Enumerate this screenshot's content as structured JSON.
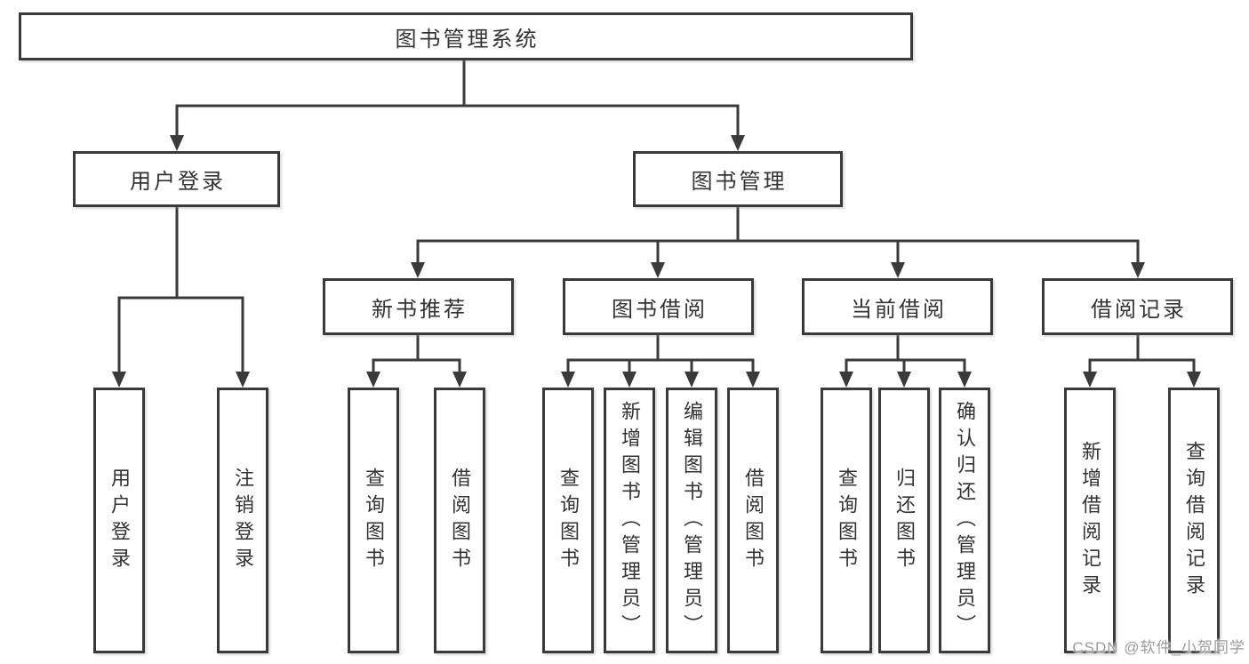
{
  "diagram": {
    "root": {
      "label": "图书管理系统",
      "children": [
        {
          "label": "用户登录",
          "children": [
            {
              "label": "用户登录"
            },
            {
              "label": "注销登录"
            }
          ]
        },
        {
          "label": "图书管理",
          "children": [
            {
              "label": "新书推荐",
              "children": [
                {
                  "label": "查询图书"
                },
                {
                  "label": "借阅图书"
                }
              ]
            },
            {
              "label": "图书借阅",
              "children": [
                {
                  "label": "查询图书"
                },
                {
                  "label": "新增图书（管理员）"
                },
                {
                  "label": "编辑图书（管理员）"
                },
                {
                  "label": "借阅图书"
                }
              ]
            },
            {
              "label": "当前借阅",
              "children": [
                {
                  "label": "查询图书"
                },
                {
                  "label": "归还图书"
                },
                {
                  "label": "确认归还（管理员）"
                }
              ]
            },
            {
              "label": "借阅记录",
              "children": [
                {
                  "label": "新增借阅记录"
                },
                {
                  "label": "查询借阅记录"
                }
              ]
            }
          ]
        }
      ]
    }
  },
  "watermark": {
    "text": "CSDN @软件_小贺同学"
  },
  "colors": {
    "line": "#3a3a3a",
    "text": "#333333",
    "watermark": "#9b9b9b",
    "background": "#ffffff"
  }
}
